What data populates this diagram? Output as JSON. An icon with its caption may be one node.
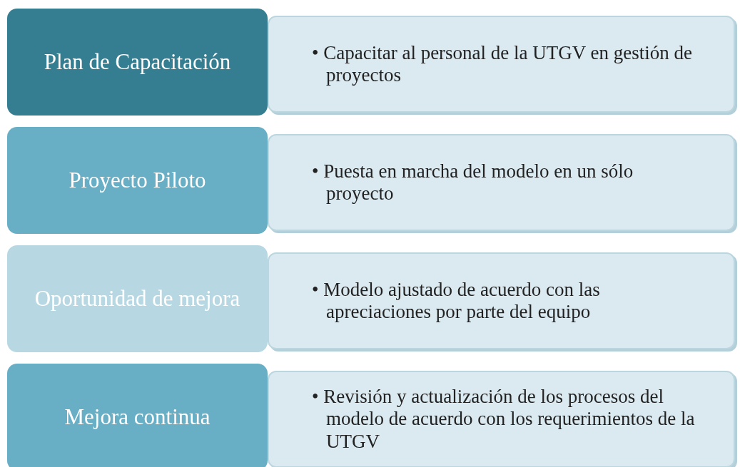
{
  "diagram": {
    "nodes": [
      {
        "text": [
          "Plan de Capacitación"
        ]
      },
      {
        "text": [
          "• Capacitar al personal de la UTGV en gestión de proyectos"
        ]
      },
      {
        "text": [
          "Proyecto Piloto"
        ]
      },
      {
        "text": [
          "• Puesta en marcha del modelo en un sólo proyecto"
        ]
      },
      {
        "text": [
          "Oportunidad de mejora"
        ]
      },
      {
        "text": [
          "• Modelo ajustado de acuerdo con las apreciaciones por parte del equipo"
        ]
      },
      {
        "text": [
          "Mejora continua"
        ]
      },
      {
        "text": [
          "• Revisión y actualización de los procesos del modelo de acuerdo con los requerimientos de la UTGV"
        ]
      }
    ],
    "edges": []
  }
}
